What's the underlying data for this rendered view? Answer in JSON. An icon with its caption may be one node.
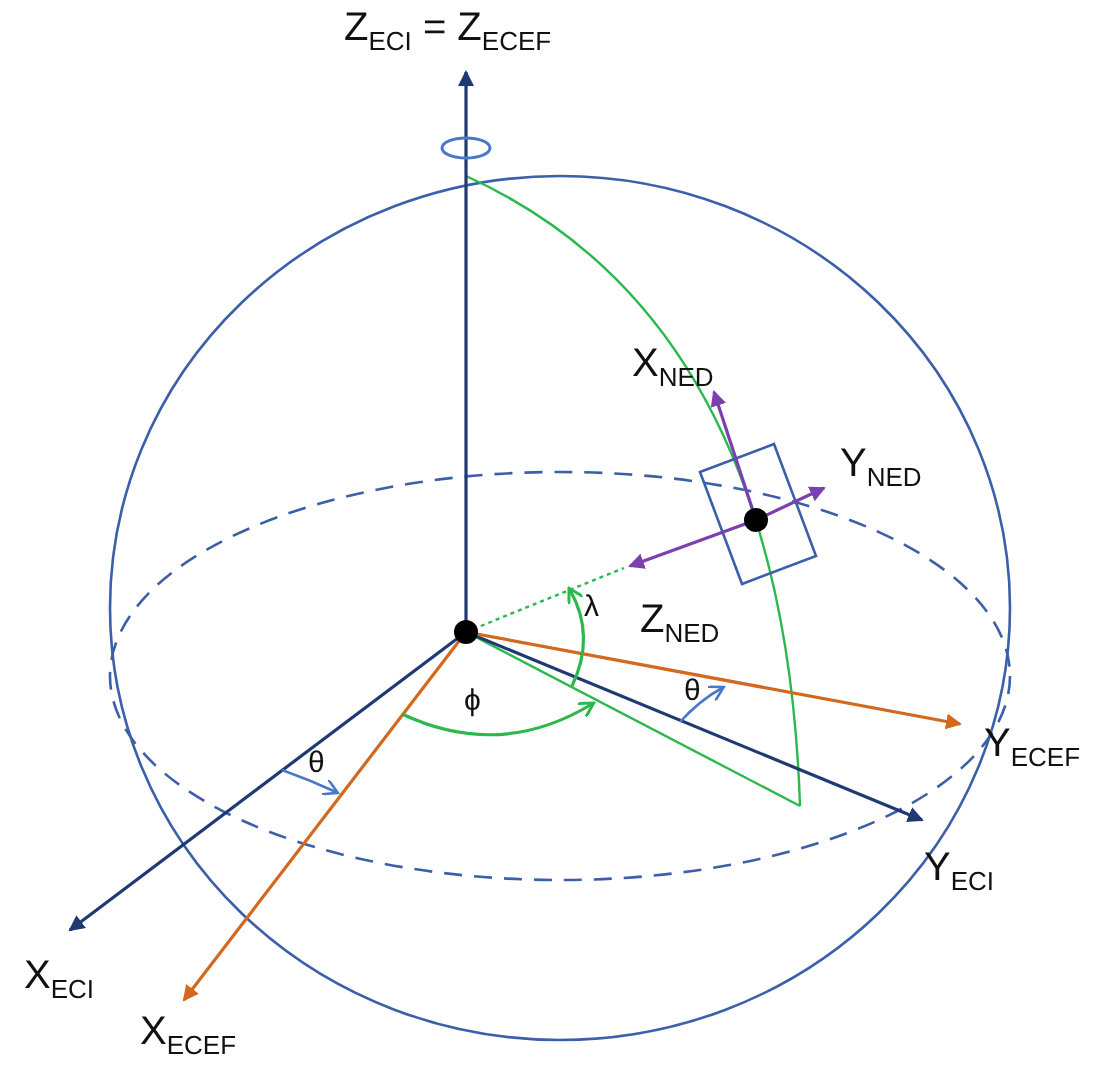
{
  "diagram": {
    "labels": [
      "Z$_{ECI}$ = Z$_{ECEF}$",
      "X$_{NED}$",
      "Y$_{NED}$",
      "λ",
      "Z$_{NED}$",
      "ϕ",
      "θ",
      "Y$_{ECEF}$",
      "θ",
      "Y$_{ECI}$",
      "X$_{ECI}$",
      "X$_{ECEF}$"
    ]
  }
}
